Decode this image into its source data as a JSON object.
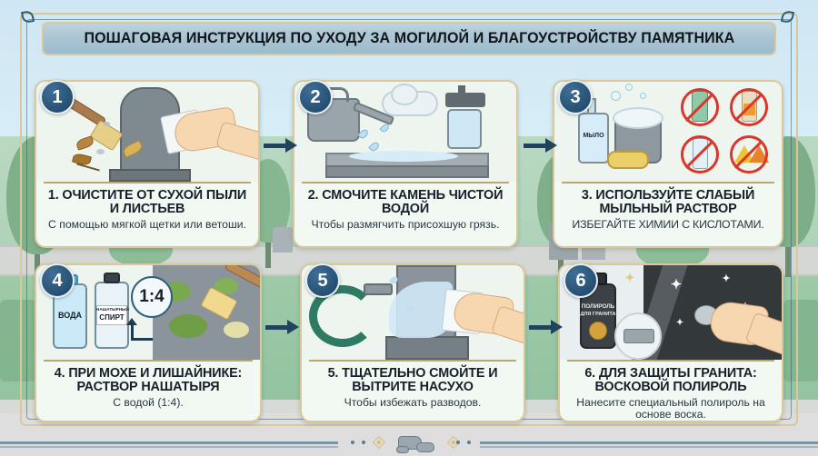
{
  "header": {
    "title": "ПОШАГОВАЯ ИНСТРУКЦИЯ ПО УХОДУ ЗА МОГИЛОЙ И БЛАГОУСТРОЙСТВУ ПАМЯТНИКА"
  },
  "colors": {
    "frame_gold": "#d9c89b",
    "badge_blue": "#265073",
    "arrow_navy": "#22435c",
    "card_bg": "#f2f8f2",
    "title_text": "#10161c",
    "prohibition_red": "#d9372b",
    "sky": "#cfe7f4",
    "grass": "#9ecaa8"
  },
  "steps": [
    {
      "number": "1",
      "title": "1. ОЧИСТИТЕ ОТ СУХОЙ ПЫЛИ И ЛИСТЬЕВ",
      "subtitle": "С помощью мягкой щетки или ветоши.",
      "subtitle_uppercase": false,
      "art_icons": [
        "brush-icon",
        "gravestone-icon",
        "hand-with-cloth-icon",
        "dry-leaves-icon",
        "twig-icon",
        "dust-icon"
      ],
      "art_labels": []
    },
    {
      "number": "2",
      "title": "2. СМОЧИТЕ КАМЕНЬ ЧИСТОЙ ВОДОЙ",
      "subtitle": "Чтобы размягчить присохшую грязь.",
      "subtitle_uppercase": false,
      "art_icons": [
        "watering-can-icon",
        "cloud-icon",
        "spray-bottle-icon",
        "water-drops-icon",
        "stone-slab-icon"
      ],
      "art_labels": []
    },
    {
      "number": "3",
      "title": "3. ИСПОЛЬЗУЙТЕ СЛАБЫЙ МЫЛЬНЫЙ РАСТВОР",
      "subtitle": "ИЗБЕГАЙТЕ ХИМИИ С КИСЛОТАМИ.",
      "subtitle_uppercase": true,
      "art_icons": [
        "soap-dispenser-icon",
        "foam-bucket-icon",
        "sponge-icon",
        "bubbles-icon",
        "prohibited-solvent-icon",
        "prohibited-toxic-icon",
        "prohibited-acid-icon",
        "prohibited-hazard-icon"
      ],
      "art_labels": [
        "МЫЛО"
      ]
    },
    {
      "number": "4",
      "title": "4. ПРИ МОХЕ И ЛИШАЙНИКЕ: РАСТВОР НАШАТЫРЯ",
      "subtitle": "С водой (1:4).",
      "subtitle_uppercase": false,
      "art_icons": [
        "water-bottle-icon",
        "ammonia-bottle-icon",
        "ratio-badge-icon",
        "brush-icon",
        "moss-stone-icon",
        "up-arrow-icon"
      ],
      "art_labels": [
        "ВОДА",
        "НАШАТЫРНЫЙ",
        "СПИРТ",
        "1:4"
      ]
    },
    {
      "number": "5",
      "title": "5. ТЩАТЕЛЬНО СМОЙТЕ И ВЫТРИТЕ НАСУХО",
      "subtitle": "Чтобы избежать разводов.",
      "subtitle_uppercase": false,
      "art_icons": [
        "garden-hose-icon",
        "water-jet-icon",
        "gravestone-icon",
        "hand-with-cloth-icon"
      ],
      "art_labels": []
    },
    {
      "number": "6",
      "title": "6. ДЛЯ ЗАЩИТЫ ГРАНИТА: ВОСКОВОЙ ПОЛИРОЛЬ",
      "subtitle": "Нанесите специальный полироль на основе воска.",
      "subtitle_uppercase": false,
      "art_icons": [
        "polish-bottle-icon",
        "cloth-pad-icon",
        "sparkle-icon",
        "polished-granite-icon",
        "hand-icon"
      ],
      "art_labels": [
        "ПОЛИРОЛЬ",
        "ДЛЯ ГРАНИТА"
      ]
    }
  ],
  "flow_arrows": [
    {
      "name": "arrow-step1-to-step2"
    },
    {
      "name": "arrow-step2-to-step3"
    },
    {
      "name": "arrow-step4-to-step5"
    },
    {
      "name": "arrow-step5-to-step6"
    }
  ],
  "footer": {
    "ornament_icons": [
      "diamond-ornament-icon",
      "stone-pile-icon",
      "dot-ornament-icon",
      "rule-line-icon"
    ]
  }
}
